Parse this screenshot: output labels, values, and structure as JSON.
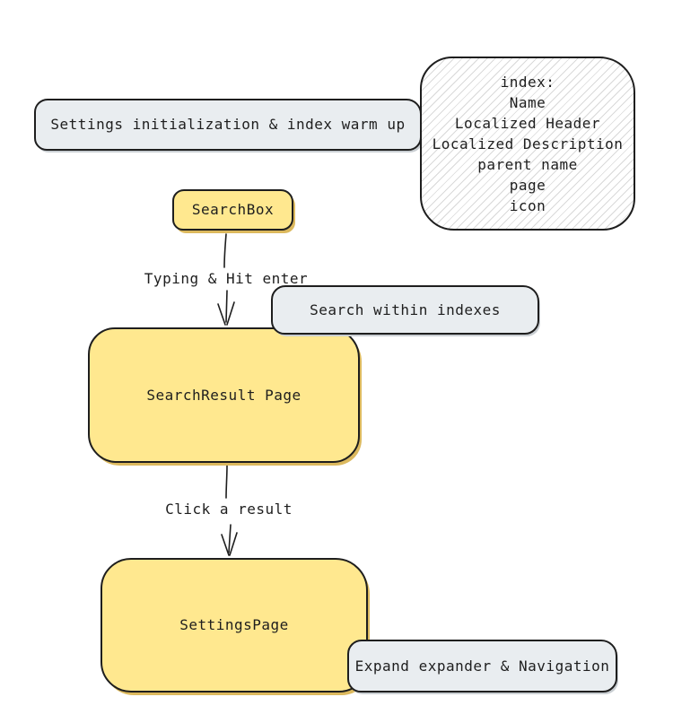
{
  "diagram": {
    "nodes": {
      "settings_init": {
        "label": "Settings initialization & index warm up"
      },
      "index_fields": {
        "lines": [
          "index:",
          "Name",
          "Localized Header",
          "Localized Description",
          "parent name",
          "page",
          "icon"
        ]
      },
      "searchbox": {
        "label": "SearchBox"
      },
      "search_within": {
        "label": "Search within indexes"
      },
      "searchresult": {
        "label": "SearchResult Page"
      },
      "settingspage": {
        "label": "SettingsPage"
      },
      "expand_nav": {
        "label": "Expand expander & Navigation"
      }
    },
    "edge_labels": {
      "typing": "Typing & Hit enter",
      "click": "Click a result"
    },
    "colors": {
      "node_yellow": "#ffe88f",
      "node_yellow_shadow": "#dcb95e",
      "node_gray": "#e9edf0",
      "node_gray_shadow": "#c9ced2",
      "hatch_line": "#d9d9d9",
      "stroke": "#1e1e1e",
      "text": "#1e1e1e",
      "canvas_bg": "#ffffff"
    }
  }
}
